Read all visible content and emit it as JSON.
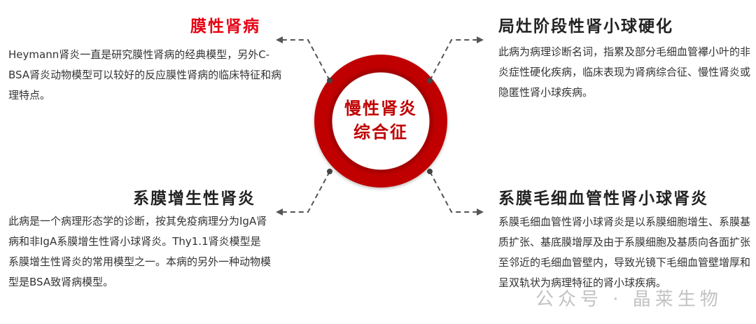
{
  "center": {
    "line1": "慢性肾炎",
    "line2": "综合征",
    "ring_color": "#c00000"
  },
  "top_left": {
    "title": "膜性肾病",
    "text": "Heymann肾炎一直是研究膜性肾病的经典模型，另外C-BSA肾炎动物模型可以较好的反应膜性肾病的临床特征和病理特点。"
  },
  "top_right": {
    "title": "局灶阶段性肾小球硬化",
    "text": "此病为病理诊断名词，指累及部分毛细血管襻小叶的非炎症性硬化疾病，临床表现为肾病综合征、慢性肾炎或隐匿性肾小球疾病。"
  },
  "bottom_left": {
    "title": "系膜增生性肾炎",
    "text": "此病是一个病理形态学的诊断，按其免疫病理分为IgA肾病和非IgA系膜增生性肾小球肾炎。Thy1.1肾炎模型是系膜增生性肾炎的常用模型之一。本病的另外一种动物模型是BSA致肾病模型。"
  },
  "bottom_right": {
    "title": "系膜毛细血管性肾小球肾炎",
    "text": "系膜毛细血管性肾小球肾炎是以系膜细胞增生、系膜基质扩张、基底膜增厚及由于系膜细胞及基质向各面扩张至邻近的毛细血管壁内，导致光镜下毛细血管壁增厚和呈双轨状为病理特征的肾小球疾病。"
  },
  "watermark": "公众号 · 晶莱生物",
  "accent": "#e60012"
}
